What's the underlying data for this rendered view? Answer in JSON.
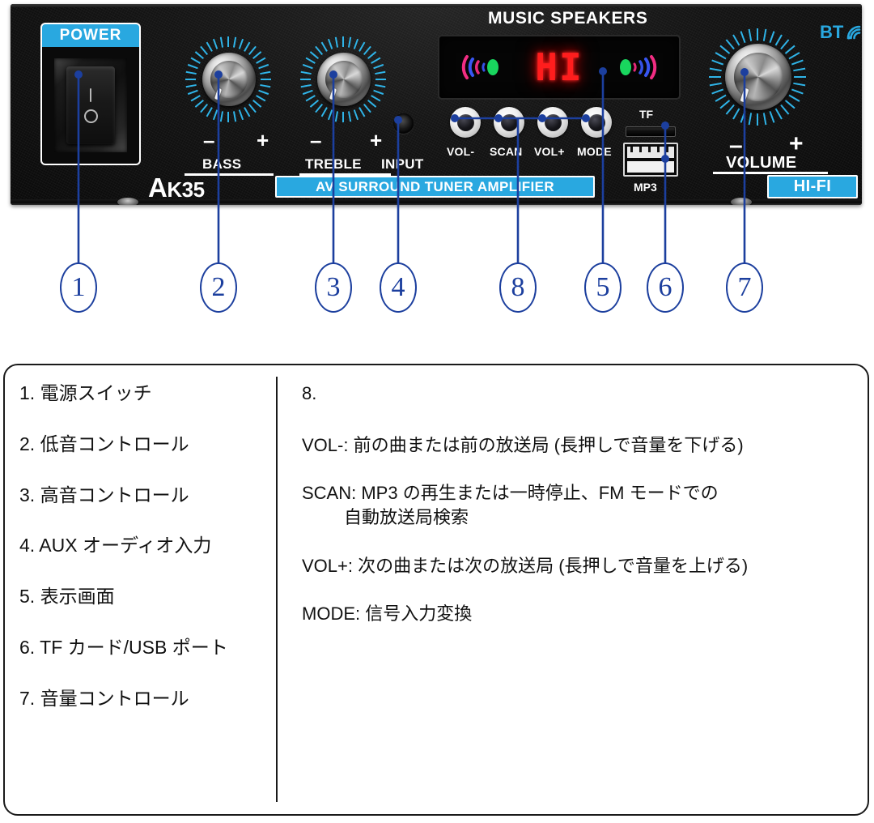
{
  "device": {
    "model": "AK35",
    "title": "MUSIC SPEAKERS",
    "power_label": "POWER",
    "bass_label": "BASS",
    "treble_label": "TREBLE",
    "input_label": "INPUT",
    "volume_label": "VOLUME",
    "minus": "–",
    "plus": "+",
    "banner_av": "AV SURROUND TUNER AMPLIFIER",
    "banner_hifi": "HI-FI",
    "bt_label": "BT",
    "tf_label": "TF",
    "mp3_label": "MP3",
    "display_value": "HI",
    "buttons": [
      {
        "label": "VOL-"
      },
      {
        "label": "SCAN"
      },
      {
        "label": "VOL+"
      },
      {
        "label": "MODE"
      }
    ]
  },
  "colors": {
    "accent_cyan": "#29a8e0",
    "callout_blue": "#1c3f9e",
    "led_red": "#ff1d1d",
    "panel_black": "#0d0d0d"
  },
  "callouts": [
    {
      "n": "①"
    },
    {
      "n": "②"
    },
    {
      "n": "③"
    },
    {
      "n": "④"
    },
    {
      "n": "⑧"
    },
    {
      "n": "⑤"
    },
    {
      "n": "⑥"
    },
    {
      "n": "⑦"
    }
  ],
  "callout_numbers": {
    "c1": "1",
    "c2": "2",
    "c3": "3",
    "c4": "4",
    "c8": "8",
    "c5": "5",
    "c6": "6",
    "c7": "7"
  },
  "legend": {
    "left": [
      "1. 電源スイッチ",
      "2. 低音コントロール",
      "3. 高音コントロール",
      "4. AUX オーディオ入力",
      "5. 表示画面",
      "6. TF カード/USB ポート",
      "7. 音量コントロール"
    ],
    "right": {
      "heading": "8.",
      "items": [
        {
          "line1": "VOL-: 前の曲または前の放送局 (長押しで音量を下げる)",
          "line2": ""
        },
        {
          "line1": "SCAN: MP3 の再生または一時停止、FM モードでの",
          "line2": "自動放送局検索"
        },
        {
          "line1": "VOL+: 次の曲または次の放送局 (長押しで音量を上げる)",
          "line2": ""
        },
        {
          "line1": "MODE: 信号入力変換",
          "line2": ""
        }
      ]
    }
  }
}
